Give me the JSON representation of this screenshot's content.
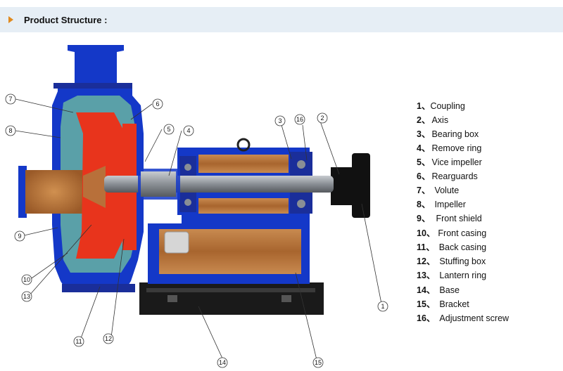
{
  "header": {
    "title": "Product Structure :"
  },
  "legend": [
    {
      "num": "1、",
      "label": "Coupling"
    },
    {
      "num": "2、",
      "label": "Axis"
    },
    {
      "num": "3、",
      "label": "Bearing box"
    },
    {
      "num": "4、",
      "label": "Remove ring"
    },
    {
      "num": "5、",
      "label": "Vice impeller"
    },
    {
      "num": "6、",
      "label": "Rearguards"
    },
    {
      "num": "7、",
      "label": "Volute"
    },
    {
      "num": "8、",
      "label": "Impeller"
    },
    {
      "num": "9、",
      "label": "Front shield"
    },
    {
      "num": "10、",
      "label": "Front casing"
    },
    {
      "num": "11、",
      "label": "Back casing"
    },
    {
      "num": "12、",
      "label": "Stuffing box"
    },
    {
      "num": "13、",
      "label": "Lantern ring"
    },
    {
      "num": "14、",
      "label": "Base"
    },
    {
      "num": "15、",
      "label": "Bracket"
    },
    {
      "num": "16、",
      "label": "Adjustment screw"
    }
  ],
  "callouts": [
    "7",
    "6",
    "8",
    "5",
    "4",
    "3",
    "16",
    "2",
    "9",
    "10",
    "13",
    "11",
    "12",
    "14",
    "15",
    "1"
  ],
  "colors": {
    "casing_blue": "#1438c8",
    "liner_teal": "#5aa0a8",
    "impeller_red": "#e8341c",
    "bronze": "#b8703a",
    "shaft_gray": "#8a8f95",
    "base_black": "#1a1a1a"
  }
}
